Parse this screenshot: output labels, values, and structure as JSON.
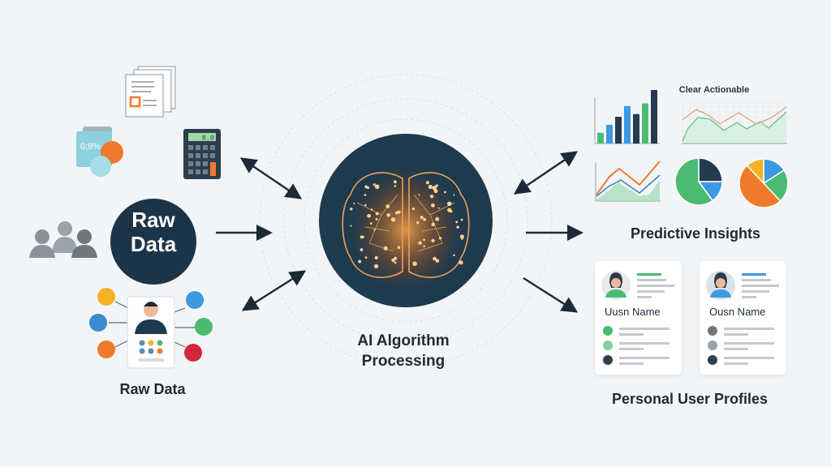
{
  "left": {
    "hub_label": "Raw Data",
    "caption": "Raw Data",
    "stat_bubble_text": "0;8%",
    "calculator_display": "8.0"
  },
  "center": {
    "line1": "AI Algorithm",
    "line2": "Processing"
  },
  "right": {
    "charts_title": "Clear Actionable",
    "insights_label": "Predictive Insights",
    "profiles_label": "Personal User Profiles",
    "bar_values": [
      2,
      3.5,
      5,
      7,
      5.5,
      7.5,
      10
    ],
    "bar_colors": [
      "#4cbb72",
      "#3b9ae0",
      "#243b50",
      "#3b9ae0",
      "#243b50",
      "#4cbb72",
      "#243b50"
    ],
    "pie1": [
      {
        "value": 60,
        "color": "#4cbb72"
      },
      {
        "value": 25,
        "color": "#243b50"
      },
      {
        "value": 15,
        "color": "#3b9ae0"
      }
    ],
    "pie2": [
      {
        "value": 50,
        "color": "#f07a2c"
      },
      {
        "value": 12,
        "color": "#f5b225"
      },
      {
        "value": 16,
        "color": "#3b9ae0"
      },
      {
        "value": 22,
        "color": "#4cbb72"
      }
    ],
    "profiles": [
      {
        "name": "Uusn Name",
        "accent": "#4cbb72"
      },
      {
        "name": "Ousn Name",
        "accent": "#3b9ae0"
      }
    ]
  },
  "colors": {
    "background": "#f2f5f8",
    "hub": "#1c3447",
    "brain_glow": "#f0a040",
    "arrow": "#1d2a36"
  }
}
